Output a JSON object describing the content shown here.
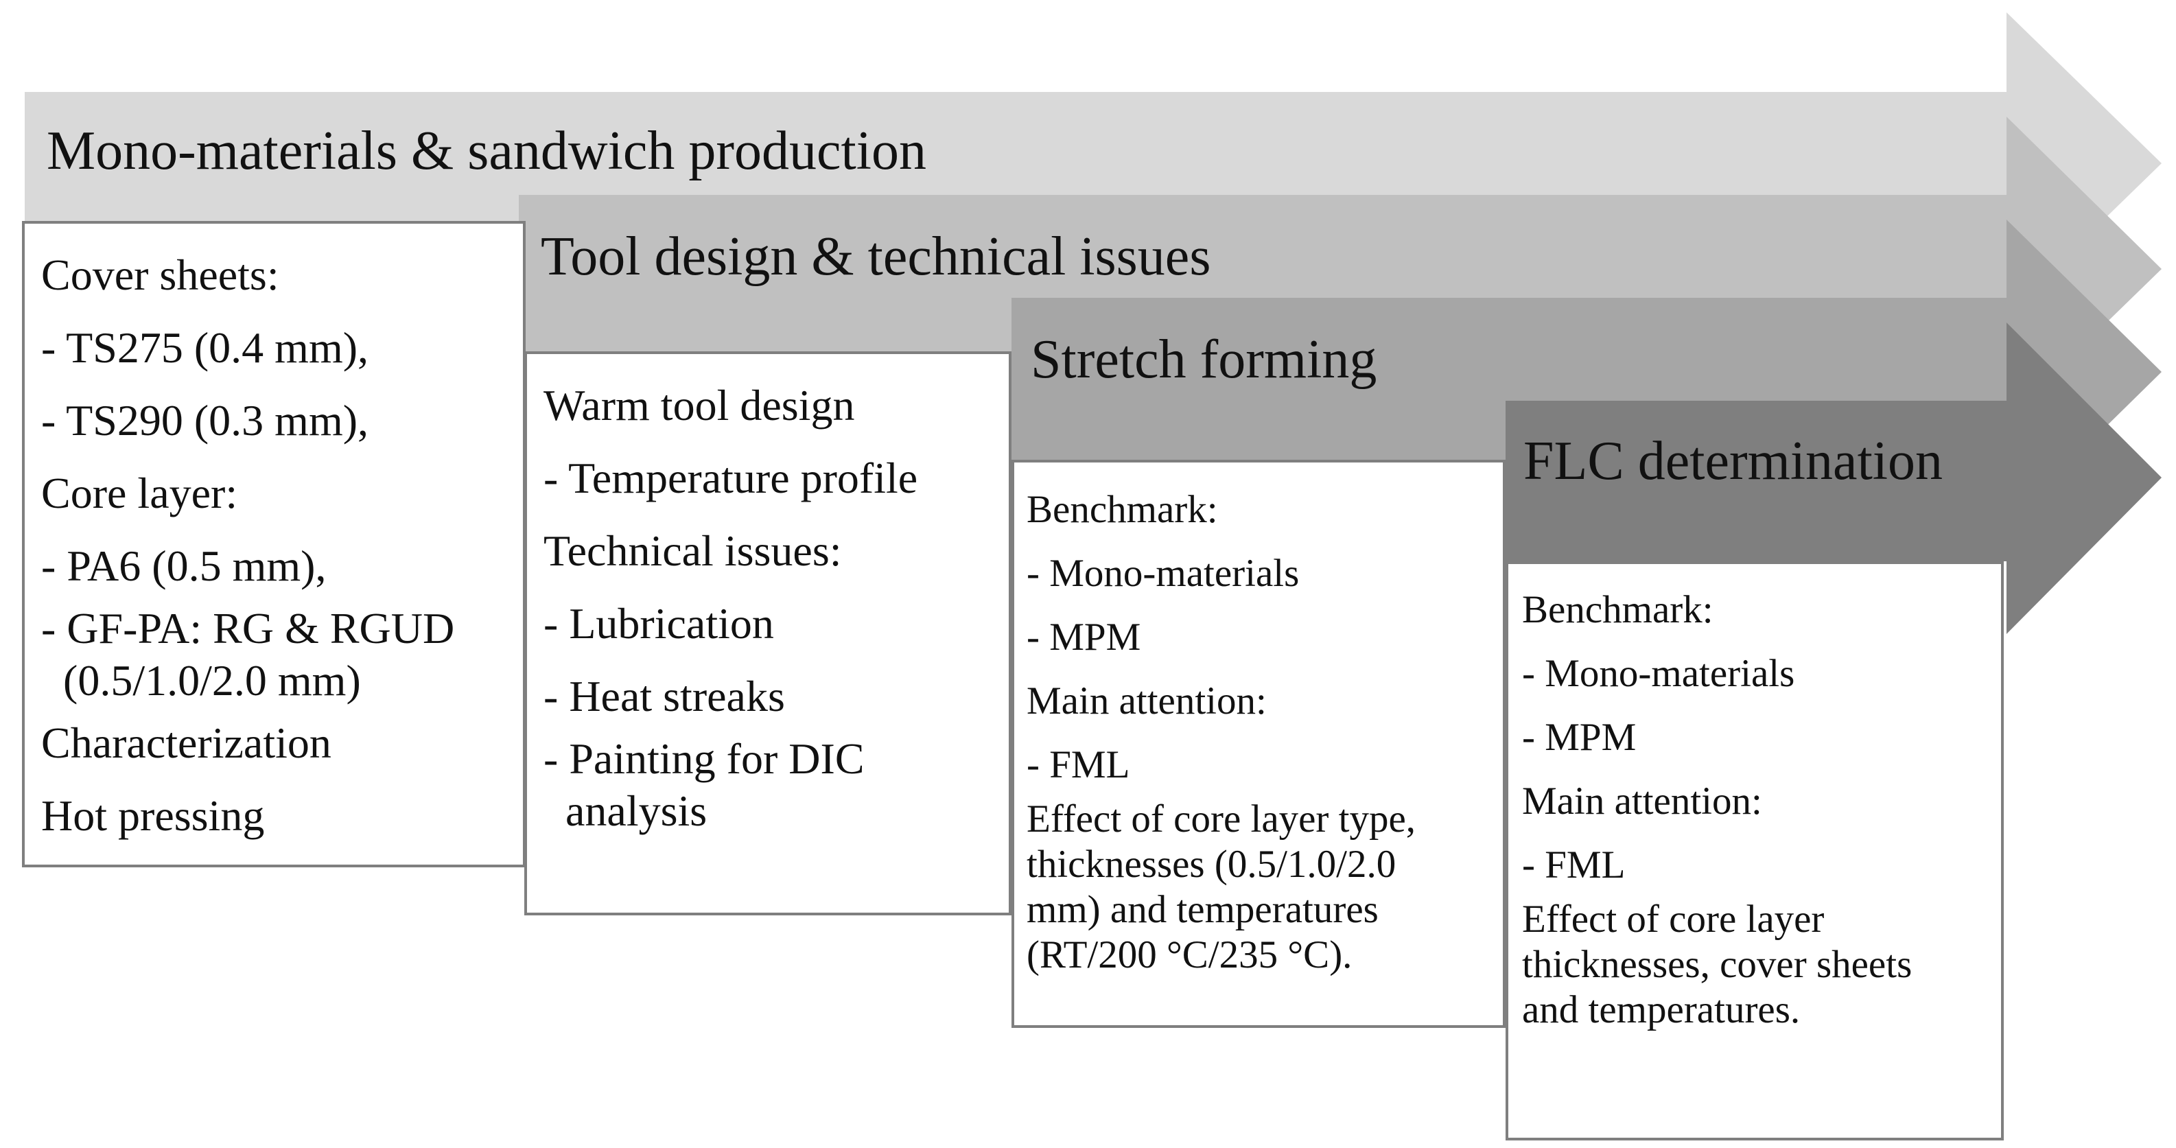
{
  "stages": [
    {
      "title": "Mono-materials & sandwich production",
      "fill": "#d9d9d9",
      "items": [
        "Cover sheets:",
        "- TS275 (0.4 mm),",
        "- TS290 (0.3 mm),",
        "Core layer:",
        "- PA6 (0.5 mm),",
        "- GF-PA: RG & RGUD\n  (0.5/1.0/2.0 mm)",
        "Characterization",
        "Hot pressing"
      ]
    },
    {
      "title": "Tool design & technical issues",
      "fill": "#c0c0c0",
      "items": [
        "Warm tool design",
        "- Temperature profile",
        "Technical issues:",
        "- Lubrication",
        "- Heat streaks",
        "- Painting for DIC\n  analysis"
      ]
    },
    {
      "title": "Stretch forming",
      "fill": "#a6a6a6",
      "items": [
        "Benchmark:",
        "- Mono-materials",
        "- MPM",
        "Main attention:",
        "- FML",
        "Effect of core layer type,\nthicknesses (0.5/1.0/2.0\nmm) and temperatures\n(RT/200 °C/235 °C)."
      ]
    },
    {
      "title": "FLC determination",
      "fill": "#7f7f7f",
      "items": [
        "Benchmark:",
        "- Mono-materials",
        "- MPM",
        "Main attention:",
        "- FML",
        "Effect of core layer\nthicknesses, cover sheets\nand temperatures."
      ]
    }
  ]
}
